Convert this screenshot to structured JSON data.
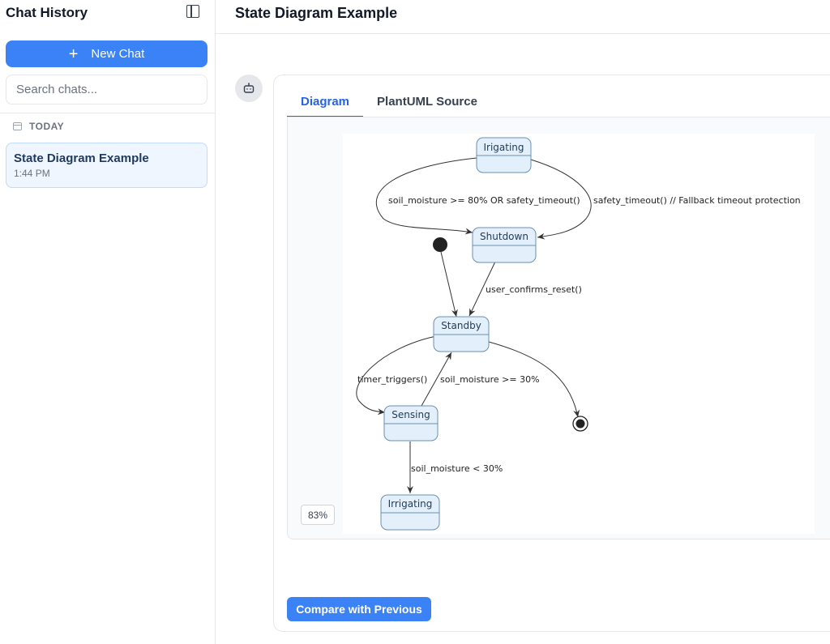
{
  "sidebar": {
    "title": "Chat History",
    "new_chat_label": "New Chat",
    "search_placeholder": "Search chats...",
    "section_label": "TODAY",
    "chats": [
      {
        "title": "State Diagram Example",
        "time": "1:44 PM"
      }
    ]
  },
  "main": {
    "title": "State Diagram Example",
    "tabs": [
      {
        "label": "Diagram",
        "active": true
      },
      {
        "label": "PlantUML Source",
        "active": false
      }
    ],
    "zoom": "83%",
    "compare_label": "Compare with Previous"
  },
  "diagram": {
    "states": {
      "irigating": "Irigating",
      "shutdown": "Shutdown",
      "standby": "Standby",
      "sensing": "Sensing",
      "irrigating": "Irrigating"
    },
    "transitions": {
      "irigating_to_shutdown_a": "soil_moisture >= 80% OR safety_timeout()",
      "irigating_to_shutdown_b": "safety_timeout() // Fallback timeout protection",
      "shutdown_to_standby": "user_confirms_reset()",
      "standby_to_sensing": "timer_triggers()",
      "sensing_to_standby": "soil_moisture >= 30%",
      "sensing_to_irrigating": "soil_moisture < 30%"
    }
  },
  "colors": {
    "accent": "#3b82f6",
    "state_fill": "#e3f0fb",
    "state_stroke": "#6a8fb0"
  }
}
